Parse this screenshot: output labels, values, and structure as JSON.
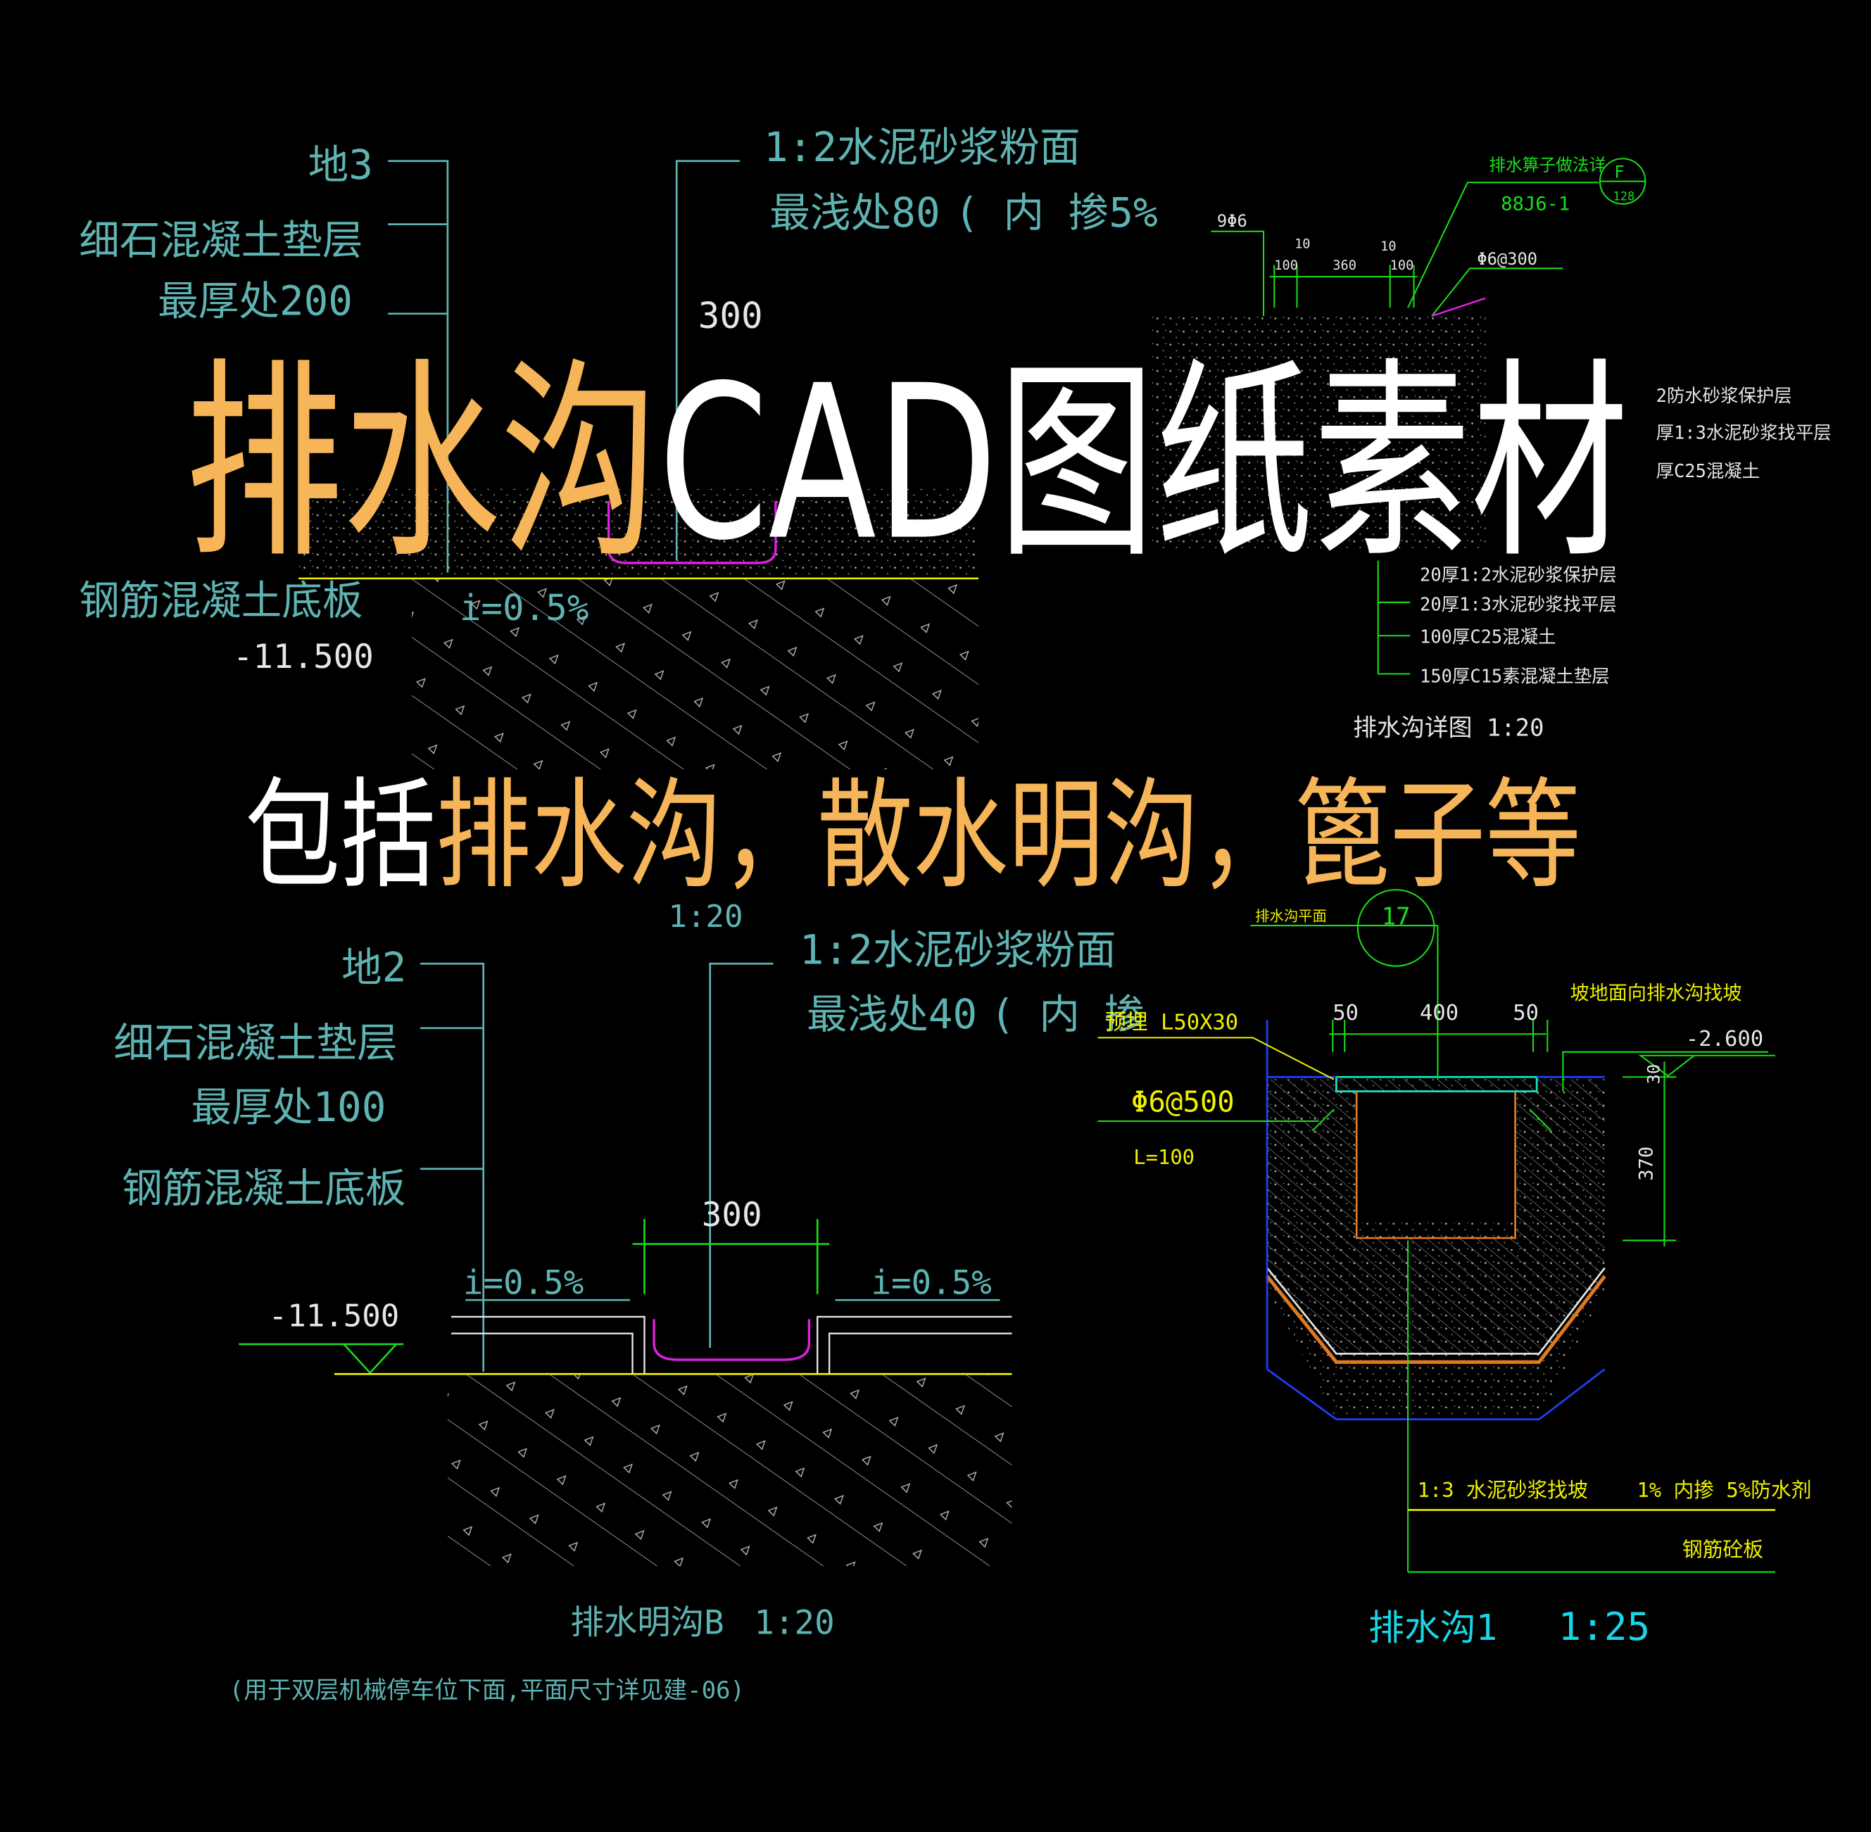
{
  "headline": {
    "part1": "排水沟",
    "part2": "CAD图纸素材"
  },
  "subline": {
    "part1": "包括",
    "part2": "排水沟，散水明沟，篦子等"
  },
  "colors": {
    "accent_orange": "#f7b55a",
    "headline_white": "#ffffff",
    "cad_cyan": "#5fb3b3",
    "cad_green": "#19e019",
    "cad_yellow": "#f0f000",
    "cad_magenta": "#e020e0",
    "background": "#000000"
  },
  "drawing_top_left": {
    "floor": "地3",
    "layer1": "细石混凝土垫层",
    "layer1_note": "最厚处200",
    "layer2": "钢筋混凝土底板",
    "finish": "1:2水泥砂浆粉面",
    "finish_note": "最浅处80",
    "finish_extra": "( 内  掺5%",
    "width": "300",
    "slope": "i=0.5%",
    "elevation": "-11.500",
    "scale": "1:20"
  },
  "drawing_top_right": {
    "grate_ref": "排水箅子做法详",
    "grate_std": "88J6-1",
    "callout_top": "F",
    "callout_bottom": "128",
    "rebar1": "9Φ6",
    "dim_10a": "10",
    "dim_10b": "10",
    "dim_100a": "100",
    "dim_360": "360",
    "dim_100b": "100",
    "rebar2": "Φ6@300",
    "side_layers": [
      "2防水砂浆保护层",
      "厚1:3水泥砂浆找平层",
      "厚C25混凝土"
    ],
    "layers": [
      "20厚1:2水泥砂浆保护层",
      "20厚1:3水泥砂浆找平层",
      "100厚C25混凝土",
      "150厚C15素混凝土垫层"
    ],
    "title": "排水沟详图  1:20"
  },
  "drawing_bottom_left": {
    "floor": "地2",
    "layer1": "细石混凝土垫层",
    "layer1_note": "最厚处100",
    "layer2": "钢筋混凝土底板",
    "finish": "1:2水泥砂浆粉面",
    "finish_note": "最浅处40",
    "finish_extra": "( 内  掺",
    "width": "300",
    "slope_left": "i=0.5%",
    "slope_right": "i=0.5%",
    "elevation": "-11.500",
    "title": "排水明沟B",
    "scale": "1:20",
    "note": "(用于双层机械停车位下面,平面尺寸详见建-06)"
  },
  "drawing_bottom_right": {
    "plan_ref": "排水沟平面",
    "callout": "17",
    "embed": "预埋  L50X30",
    "dim_left": "50",
    "dim_mid": "400",
    "dim_right": "50",
    "slope_note": "坡地面向排水沟找坡",
    "elevation": "-2.600",
    "dim_30": "30",
    "dim_370": "370",
    "rebar": "Φ6@500",
    "rebar_len": "L=100",
    "mortar": "1:3   水泥砂浆找坡",
    "additive": "1%  内掺  5%防水剂",
    "slab": "钢筋砼板",
    "title": "排水沟1",
    "scale": "1:25"
  }
}
